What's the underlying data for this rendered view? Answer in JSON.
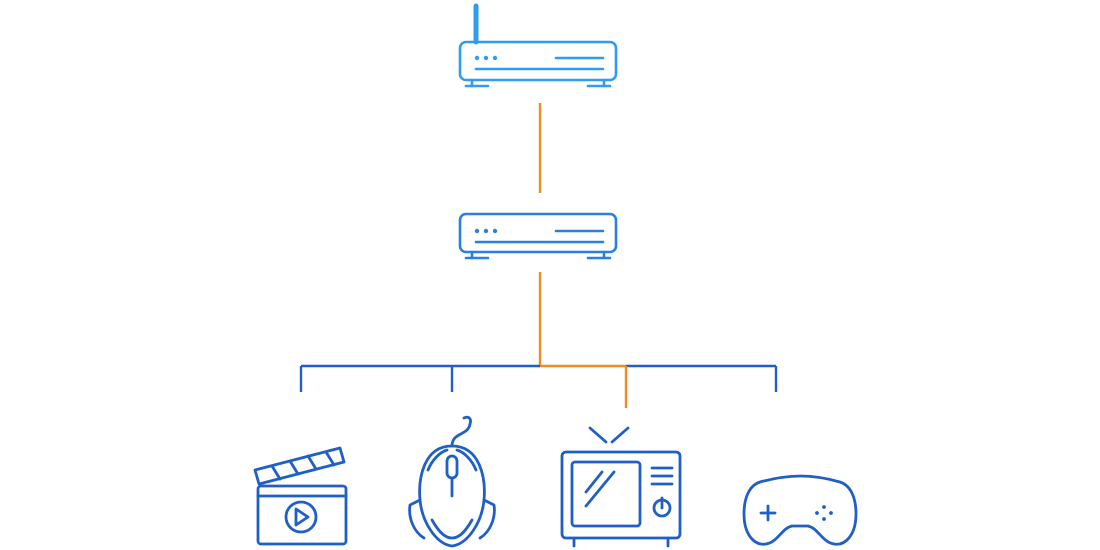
{
  "colors": {
    "background": "#ffffff",
    "device_stroke_light": "#2f9cf0",
    "device_stroke_mid": "#2a7fe0",
    "device_stroke_dark": "#1f5fc6",
    "active_link": "#f08a24",
    "inactive_link": "#1f5fc6"
  },
  "nodes": [
    {
      "id": "router",
      "icon": "wifi-router-icon"
    },
    {
      "id": "switch",
      "icon": "network-switch-icon"
    },
    {
      "id": "media",
      "icon": "clapperboard-play-icon"
    },
    {
      "id": "mouse",
      "icon": "gaming-mouse-icon"
    },
    {
      "id": "tv",
      "icon": "retro-tv-icon"
    },
    {
      "id": "gamepad",
      "icon": "gamepad-icon"
    }
  ],
  "links": [
    {
      "from": "router",
      "to": "switch",
      "state": "active"
    },
    {
      "from": "switch",
      "to": "media",
      "state": "inactive"
    },
    {
      "from": "switch",
      "to": "mouse",
      "state": "inactive"
    },
    {
      "from": "switch",
      "to": "tv",
      "state": "active"
    },
    {
      "from": "switch",
      "to": "gamepad",
      "state": "inactive"
    }
  ]
}
